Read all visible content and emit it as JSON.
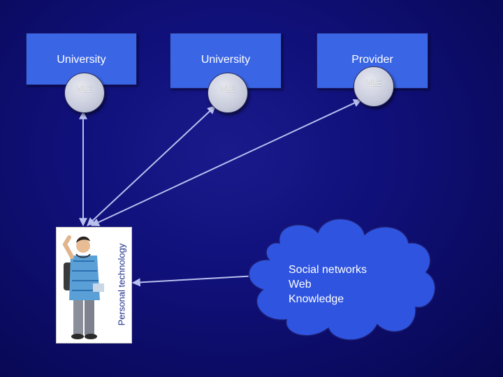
{
  "diagram": {
    "boxes": [
      {
        "label": "University"
      },
      {
        "label": "University"
      },
      {
        "label": "Provider"
      }
    ],
    "vle_nodes": [
      {
        "label": "VLE"
      },
      {
        "label": "VLE"
      },
      {
        "label": "VLE"
      }
    ],
    "personal_technology_label": "Personal technology",
    "cloud": {
      "lines": [
        "Social networks",
        "Web",
        "Knowledge"
      ]
    },
    "colors": {
      "background": "#10107a",
      "box_fill": "#3a66e6",
      "cloud_fill": "#2f54e0",
      "connector": "#b9c0ee"
    }
  }
}
